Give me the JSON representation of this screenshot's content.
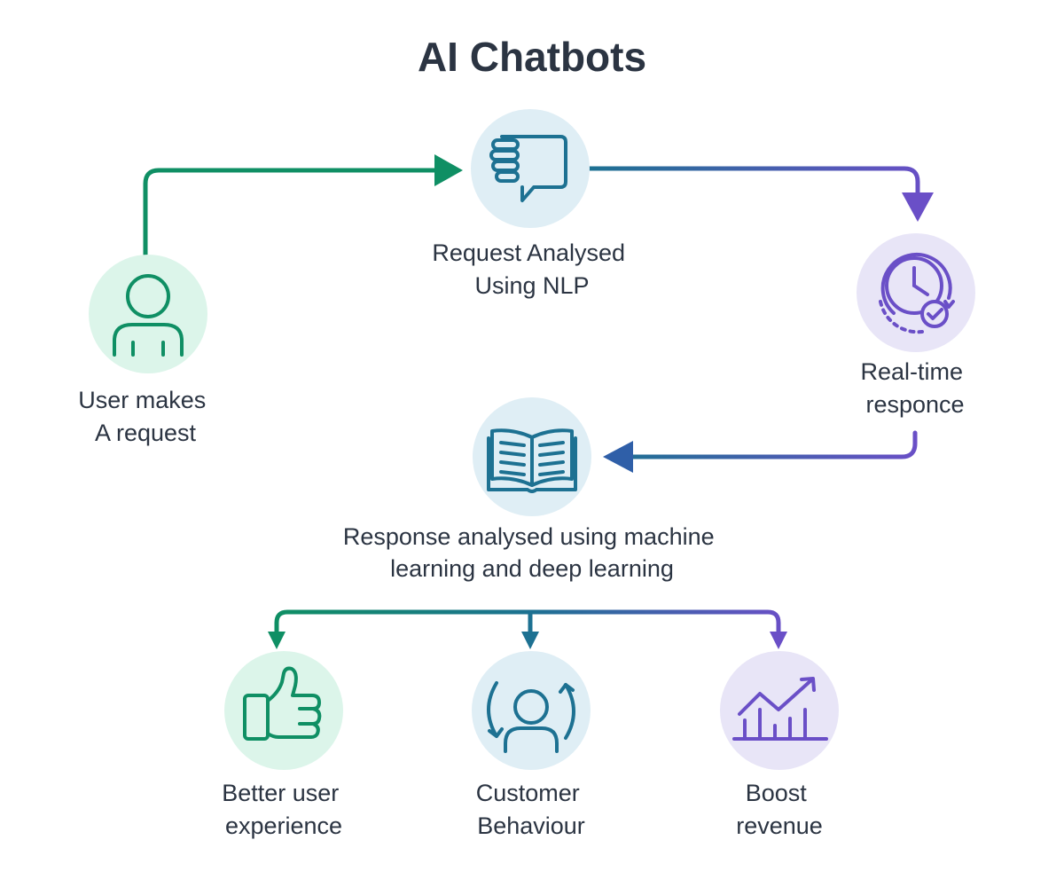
{
  "title": "AI Chatbots",
  "nodes": {
    "user": {
      "line1": "User makes",
      "line2": "A request",
      "icon": "user-icon",
      "circle_color": "#dcf5ea",
      "icon_color": "#0f8f64"
    },
    "nlp": {
      "line1": "Request Analysed",
      "line2": "Using NLP",
      "icon": "chat-hand-icon",
      "circle_color": "#dfeef5",
      "icon_color": "#1d7192"
    },
    "realtime": {
      "line1": "Real-time",
      "line2": "responce",
      "icon": "clock-check-icon",
      "circle_color": "#e8e5f7",
      "icon_color": "#6a4fc7"
    },
    "ml": {
      "line1": "Response analysed using machine",
      "line2": "learning and deep learning",
      "icon": "open-book-icon",
      "circle_color": "#dfeef5",
      "icon_color": "#1d7192"
    },
    "experience": {
      "line1": "Better user",
      "line2": "experience",
      "icon": "thumbs-up-icon",
      "circle_color": "#dcf5ea",
      "icon_color": "#0f8f64"
    },
    "behaviour": {
      "line1": "Customer",
      "line2": "Behaviour",
      "icon": "person-cycle-icon",
      "circle_color": "#dfeef5",
      "icon_color": "#1d7192"
    },
    "revenue": {
      "line1": "Boost",
      "line2": "revenue",
      "icon": "growth-chart-icon",
      "circle_color": "#e8e5f7",
      "icon_color": "#6a4fc7"
    }
  },
  "colors": {
    "green": "#0f8f64",
    "teal": "#1d7192",
    "purple": "#6a4fc7",
    "text": "#2b3442"
  }
}
